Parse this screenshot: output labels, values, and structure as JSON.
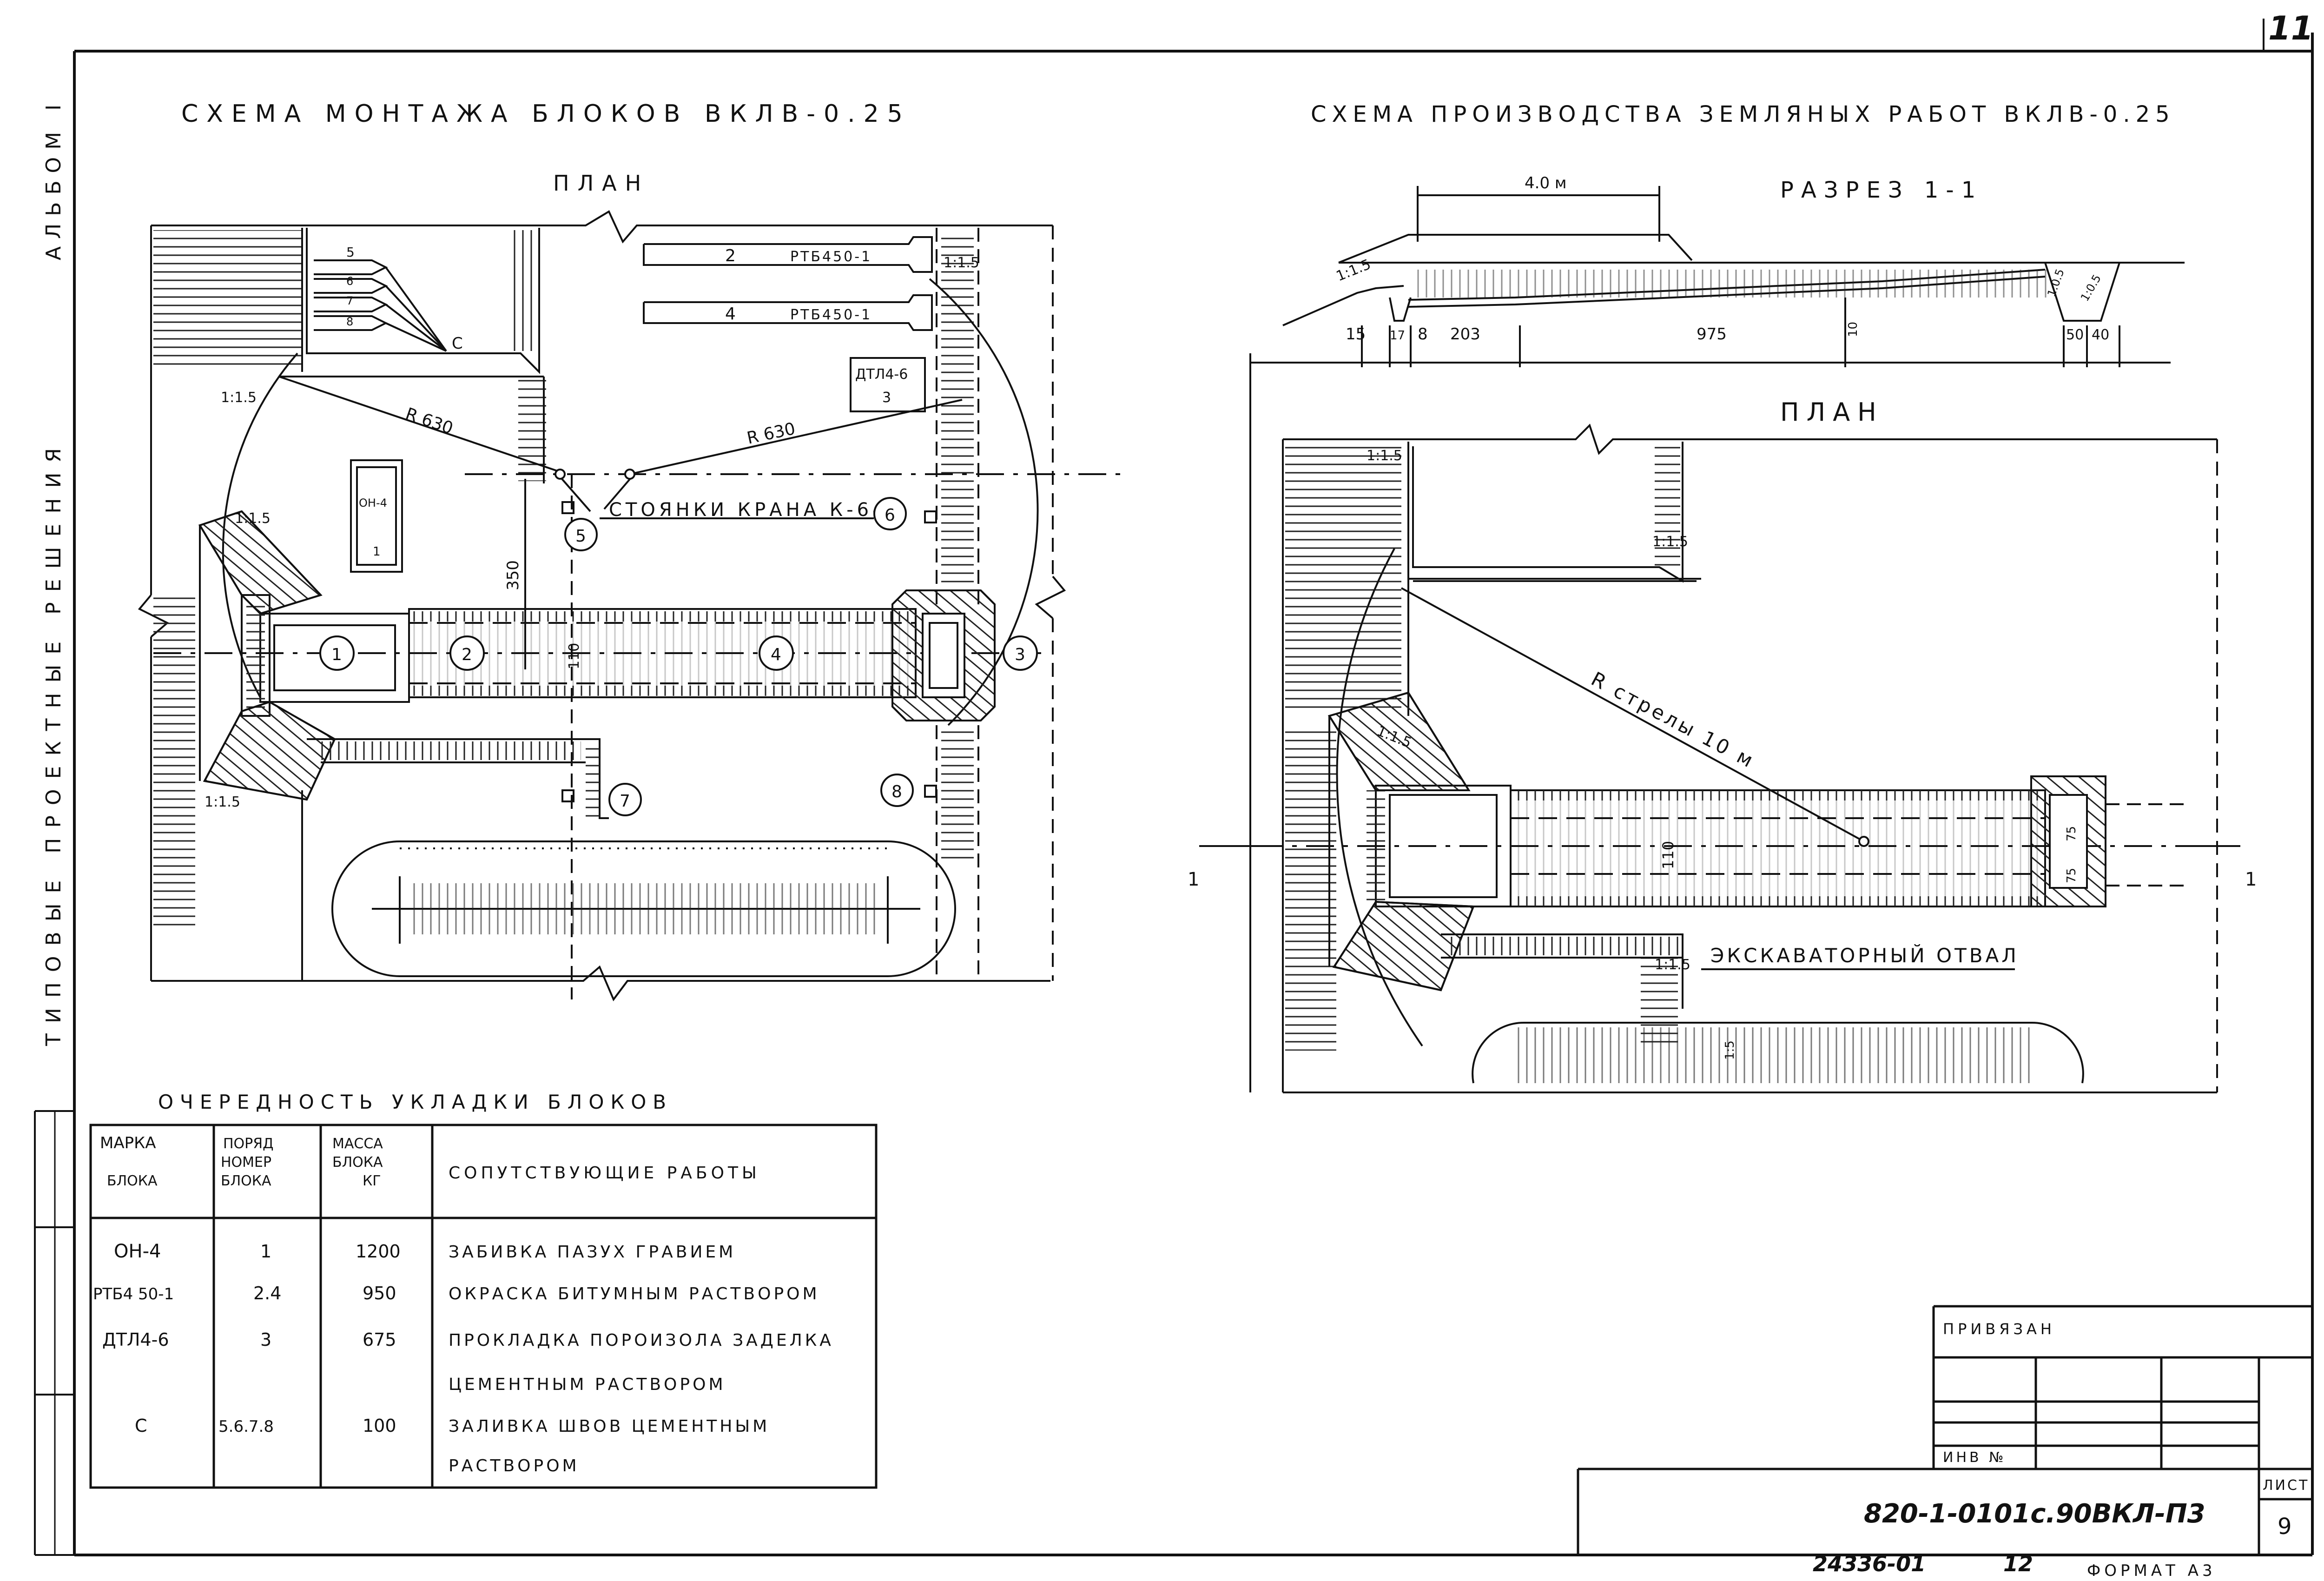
{
  "sheet": {
    "page_number": "11",
    "album": "АЛЬБОМ I",
    "series_title": "ТИПОВЫЕ ПРОЕКТНЫЕ РЕШЕНИЯ",
    "document_code": "820-1-0101с.90ВКЛ-П3",
    "sheet_label": "ЛИСТ",
    "sheet_number": "9",
    "inventory_label": "ИНВ №",
    "bound_label": "ПРИВЯЗАН",
    "archive_number": "24336-01",
    "archive_sub": "12",
    "format": "ФОРМАТ А3"
  },
  "left_scheme": {
    "title": "СХЕМА МОНТАЖА БЛОКОВ ВКЛВ-0.25",
    "plan_label": "ПЛАН",
    "crane_label": "СТОЯНКИ КРАНА К-64",
    "radius_left": "R 630",
    "radius_right": "R 630",
    "dim_350": "350",
    "dim_110": "110",
    "slope_labels": [
      "1:1.5",
      "1:1.5",
      "1:1.5",
      "1:1.5"
    ],
    "stack_blocks": [
      "5",
      "6",
      "7",
      "8"
    ],
    "stack_mark": "С",
    "block_rtb_1": {
      "num": "2",
      "mark": "РТБ450-1"
    },
    "block_rtb_2": {
      "num": "4",
      "mark": "РТБ450-1"
    },
    "block_dtl": {
      "mark": "ДТЛ4-6",
      "num": "3"
    },
    "block_on": {
      "mark": "ОН-4",
      "num": "1"
    },
    "crane_stands": [
      "5",
      "6",
      "7",
      "8"
    ],
    "blocks_on_axis": [
      "1",
      "2",
      "4",
      "3"
    ]
  },
  "right_scheme": {
    "title": "СХЕМА ПРОИЗВОДСТВА ЗЕМЛЯНЫХ РАБОТ ВКЛВ-0.25",
    "section_label": "РАЗРЕЗ 1-1",
    "plan_label": "ПЛАН",
    "width_label": "4.0 м",
    "slope_section": "1:1.5",
    "slope_small_1": "1:0.5",
    "slope_small_2": "1:0.5",
    "section_dims": [
      "15",
      "17",
      "8",
      "203",
      "975",
      "10",
      "50",
      "40"
    ],
    "plan_slope_labels": [
      "1:1.5",
      "1:1.5",
      "1:1.5",
      "1:1.5"
    ],
    "radius_label": "R стрелы 10 м",
    "dim_110": "110",
    "dim_75a": "75",
    "dim_75b": "75",
    "dim_15": "1:5",
    "spoil_label": "ЭКСКАВАТОРНЫЙ ОТВАЛ",
    "section_mark_left": "1",
    "section_mark_right": "1"
  },
  "sequence_table": {
    "title": "ОЧЕРЕДНОСТЬ УКЛАДКИ БЛОКОВ",
    "headers": {
      "mark": [
        "МАРКА",
        "БЛОКА"
      ],
      "order": [
        "ПОРЯД",
        "НОМЕР",
        "БЛОКА"
      ],
      "mass": [
        "МАССА",
        "БЛОКА",
        "КГ"
      ],
      "works": "СОПУТСТВУЮЩИЕ РАБОТЫ"
    },
    "rows": [
      {
        "mark": "ОН-4",
        "order": "1",
        "mass": "1200",
        "works": [
          "ЗАБИВКА ПАЗУХ ГРАВИЕМ"
        ]
      },
      {
        "mark": "РТБ4 50-1",
        "order": "2.4",
        "mass": "950",
        "works": [
          "ОКРАСКА БИТУМНЫМ РАСТВОРОМ"
        ]
      },
      {
        "mark": "ДТЛ4-6",
        "order": "3",
        "mass": "675",
        "works": [
          "ПРОКЛАДКА ПОРОИЗОЛА ЗАДЕЛКА",
          "ЦЕМЕНТНЫМ РАСТВОРОМ"
        ]
      },
      {
        "mark": "С",
        "order": "5.6.7.8",
        "mass": "100",
        "works": [
          "ЗАЛИВКА ШВОВ ЦЕМЕНТНЫМ",
          "РАСТВОРОМ"
        ]
      }
    ]
  }
}
